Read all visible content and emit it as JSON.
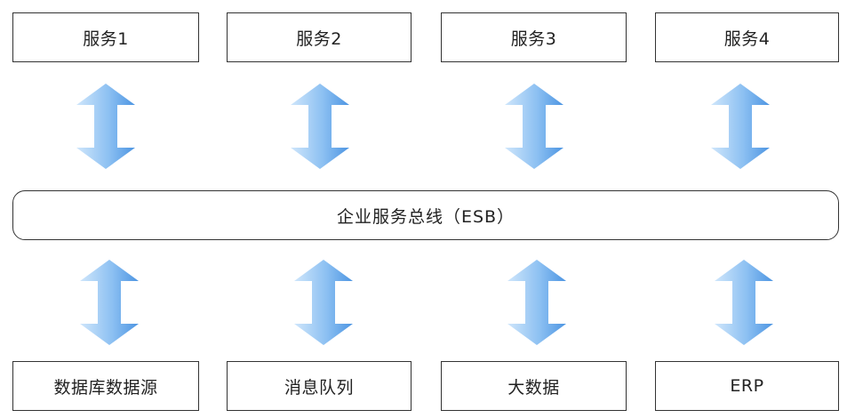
{
  "services": [
    {
      "label": "服务1"
    },
    {
      "label": "服务2"
    },
    {
      "label": "服务3"
    },
    {
      "label": "服务4"
    }
  ],
  "bus": {
    "label": "企业服务总线（ESB）"
  },
  "sources": [
    {
      "label": "数据库数据源"
    },
    {
      "label": "消息队列"
    },
    {
      "label": "大数据"
    },
    {
      "label": "ERP"
    }
  ],
  "colors": {
    "arrow_light": "#cfe6fb",
    "arrow_dark": "#5a9fe6",
    "border": "#333333"
  }
}
